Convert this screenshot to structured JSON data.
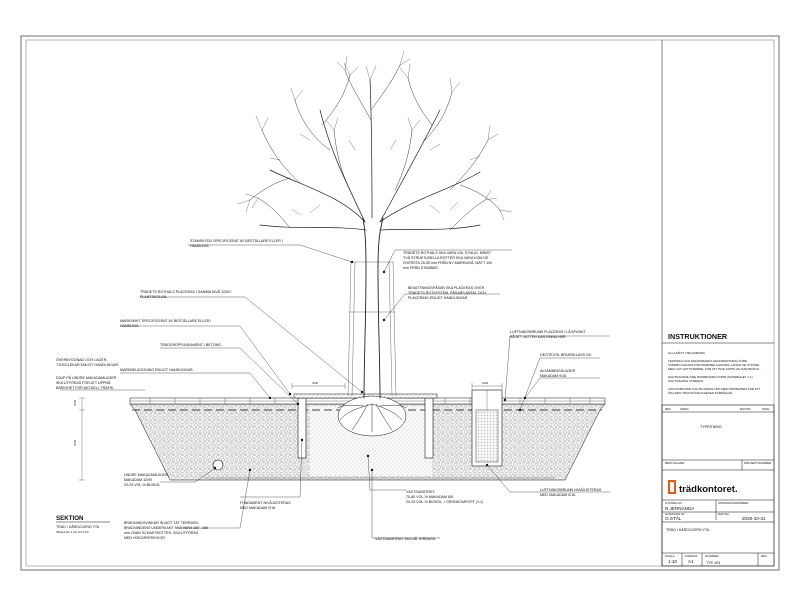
{
  "sheet": {
    "section_title": "SEKTION",
    "section_sub": "TRÄD I HÅRDGJORD YTA",
    "section_scale": "SKALA A1 1:10, A3 1:20"
  },
  "annotations": [
    {
      "id": "stamskydd",
      "lines": [
        "STAMSKYDD SPECIFICERAT AV BESTÄLLARE ELLER I",
        "HANDLING."
      ]
    },
    {
      "id": "rothals_syns",
      "lines": [
        "TRÄDETS ROTHALS SKA VARA VÄL SYNLIG. MINST",
        "TVÅ STRUKTURELLA RÖTTER SKA VARA KOM DE",
        "ÖVERSTA 25-35 mm FRÅN NY MARKNIVÅ, MÄTT 100",
        "mm FRÅN STAMBAS"
      ]
    },
    {
      "id": "rothals_niva",
      "lines": [
        "TRÄDETS ROTHALS PLACERAS I SAMMA NIVÅ SOM I",
        "PLANTSKOLAN."
      ]
    },
    {
      "id": "bevattning",
      "lines": [
        "BEVATTNINGSPÅSAR SKA PLACERAS ÖVER",
        "TRÄDETS ROTSYSTEM. PÅSARS ANTAL OCH",
        "PLACERING ENLIGT HANDLINGAR"
      ]
    },
    {
      "id": "markskikt",
      "lines": [
        "MARKSKIKT SPECIFICERAT AV BESTÄLLARE ELLER I",
        "HANDLING."
      ]
    },
    {
      "id": "tradgrop",
      "lines": [
        "TRÄDGROPFUNDAMENT I BETONG."
      ]
    },
    {
      "id": "luftning_brunn",
      "lines": [
        "LUFTNINGSBRUNN PLACERAS I LÅGPUNKT",
        "SÅ ATT VATTEN KAN RINNA HER."
      ]
    },
    {
      "id": "geotextil",
      "lines": [
        "GEOTEXTIL BRUKSKLASS N3."
      ]
    },
    {
      "id": "avjamning",
      "lines": [
        "AVJÄMNINGSLAGER",
        "MAKADAM 0/16."
      ]
    },
    {
      "id": "markbelaggning",
      "lines": [
        "MARKBELÄGGNING ENLIGT HANDLINGAR."
      ]
    },
    {
      "id": "overbyggnad",
      "lines": [
        "ÖVERBYGGNAD OCH LAGER-",
        "TJOCKLEKAR ENLIGT HANDLINGAR."
      ]
    },
    {
      "id": "djup",
      "lines": [
        "DJUP PÅ UNDRE MAKADAMLAGER",
        "SKA UTFÖRAS FÖR ATT UPPNÅ",
        "BÄRIGHET FÖR AKTUELL TRAFIK."
      ]
    },
    {
      "id": "undre_makadam",
      "lines": [
        "UNDRE MAKADAMLAGER:",
        "MAKADAM 32/90",
        "20-25 VOL-% BIOKOL"
      ]
    },
    {
      "id": "fundament",
      "lines": [
        "FUNDAMENT NIVÅJUSTERAS",
        "MED MAKADAM 0/16."
      ]
    },
    {
      "id": "vaxtsubstrat",
      "lines": [
        "VÄXTSUBSTRAT:",
        "70-80 VOL-% MAKADAM 8/8",
        "20-25 VOL-% BIOKOL + GRÖNKOMPOST (1:1)"
      ]
    },
    {
      "id": "luftning_niva",
      "lines": [
        "LUFTNINGSBRUNN NIVÅJUSTERAS",
        "MED MAKADAM 0/16."
      ]
    },
    {
      "id": "bradning",
      "lines": [
        "BRÄDNINGSVINKAR IN MOT TÄT TERRASS:",
        "BRÄDNINGENS UNDERKANT SKA VARA 100 - 150",
        "mm OVAN SCHAKTBOTTEN. SKA UTFÖRAS",
        "MED HOKORSPRICKOR."
      ]
    },
    {
      "id": "terrass",
      "lines": [
        "VÄXTSUBSTRAT SKA NÅ TERRASS."
      ]
    }
  ],
  "dimensions": {
    "var1": "VAR",
    "var2": "VAR",
    "dim_left_top": "VAR",
    "dim_left_bottom": "VAR"
  },
  "instructions": {
    "heading": "INSTRUKTIONER",
    "paragraphs": [
      [
        "ALLA MÅTT I MILLIMETER."
      ],
      [
        "TEKNISKA OCH MANADMASKA GENOMARTNING FÖRE",
        "ÖVERBYGGNADS FÖR MARKBELÄGGNING LÄNGD.SE UTFÖRE",
        "MED LIKT HATTSTEMPEL FÖR ATT INTE KOPPLAS ISÄR BIOKOL."
      ],
      [
        "DAGTEXNADE ÖRE RUMMNADES FORM (MATERIALET 1:1)",
        "SKA TRÄNING STREDAS"
      ],
      [
        "VÄXTSUBSTRAT KAN BLANDAS UPP MED PAPPERTEM FÖR ATT",
        "ÖKA DEN TRAFIKVÄNLIGHETEN FÖRMÅGAN."
      ]
    ]
  },
  "title_block": {
    "rev_labels": [
      "REV",
      "ÄNDR",
      "DATUM",
      "SIGN"
    ],
    "doc_title": "TYPRITNING",
    "bestallare_label": "BESTÄLLARE",
    "projektnummer_label": "PROJEKTNUMMER",
    "logo_text": "trädkontoret.",
    "utford_av_label": "UTFÖRD AV",
    "utford_av_value": "N.JERNANDA",
    "godkand_label": "GODKÄND AV",
    "godkand_value": "O.STÅL",
    "uppdragsnr_label": "UPPDRAGSNUMMER",
    "datum_label": "DATUM",
    "datum_value": "2020-10-31",
    "drawing_name": "TRÄD I HÅRDGJORD YTA",
    "skala_label": "SKALA",
    "skala_value": "1:10",
    "format_label": "FORMAT",
    "format_value": "A1",
    "nummer_label": "NUMMER",
    "nummer_value": "TYP-103",
    "blad_label": "REV"
  },
  "colors": {
    "logo_orange": "#e05a1c",
    "line": "#111111",
    "stone": "#9a9a9a",
    "soil": "#c9c9c9"
  }
}
